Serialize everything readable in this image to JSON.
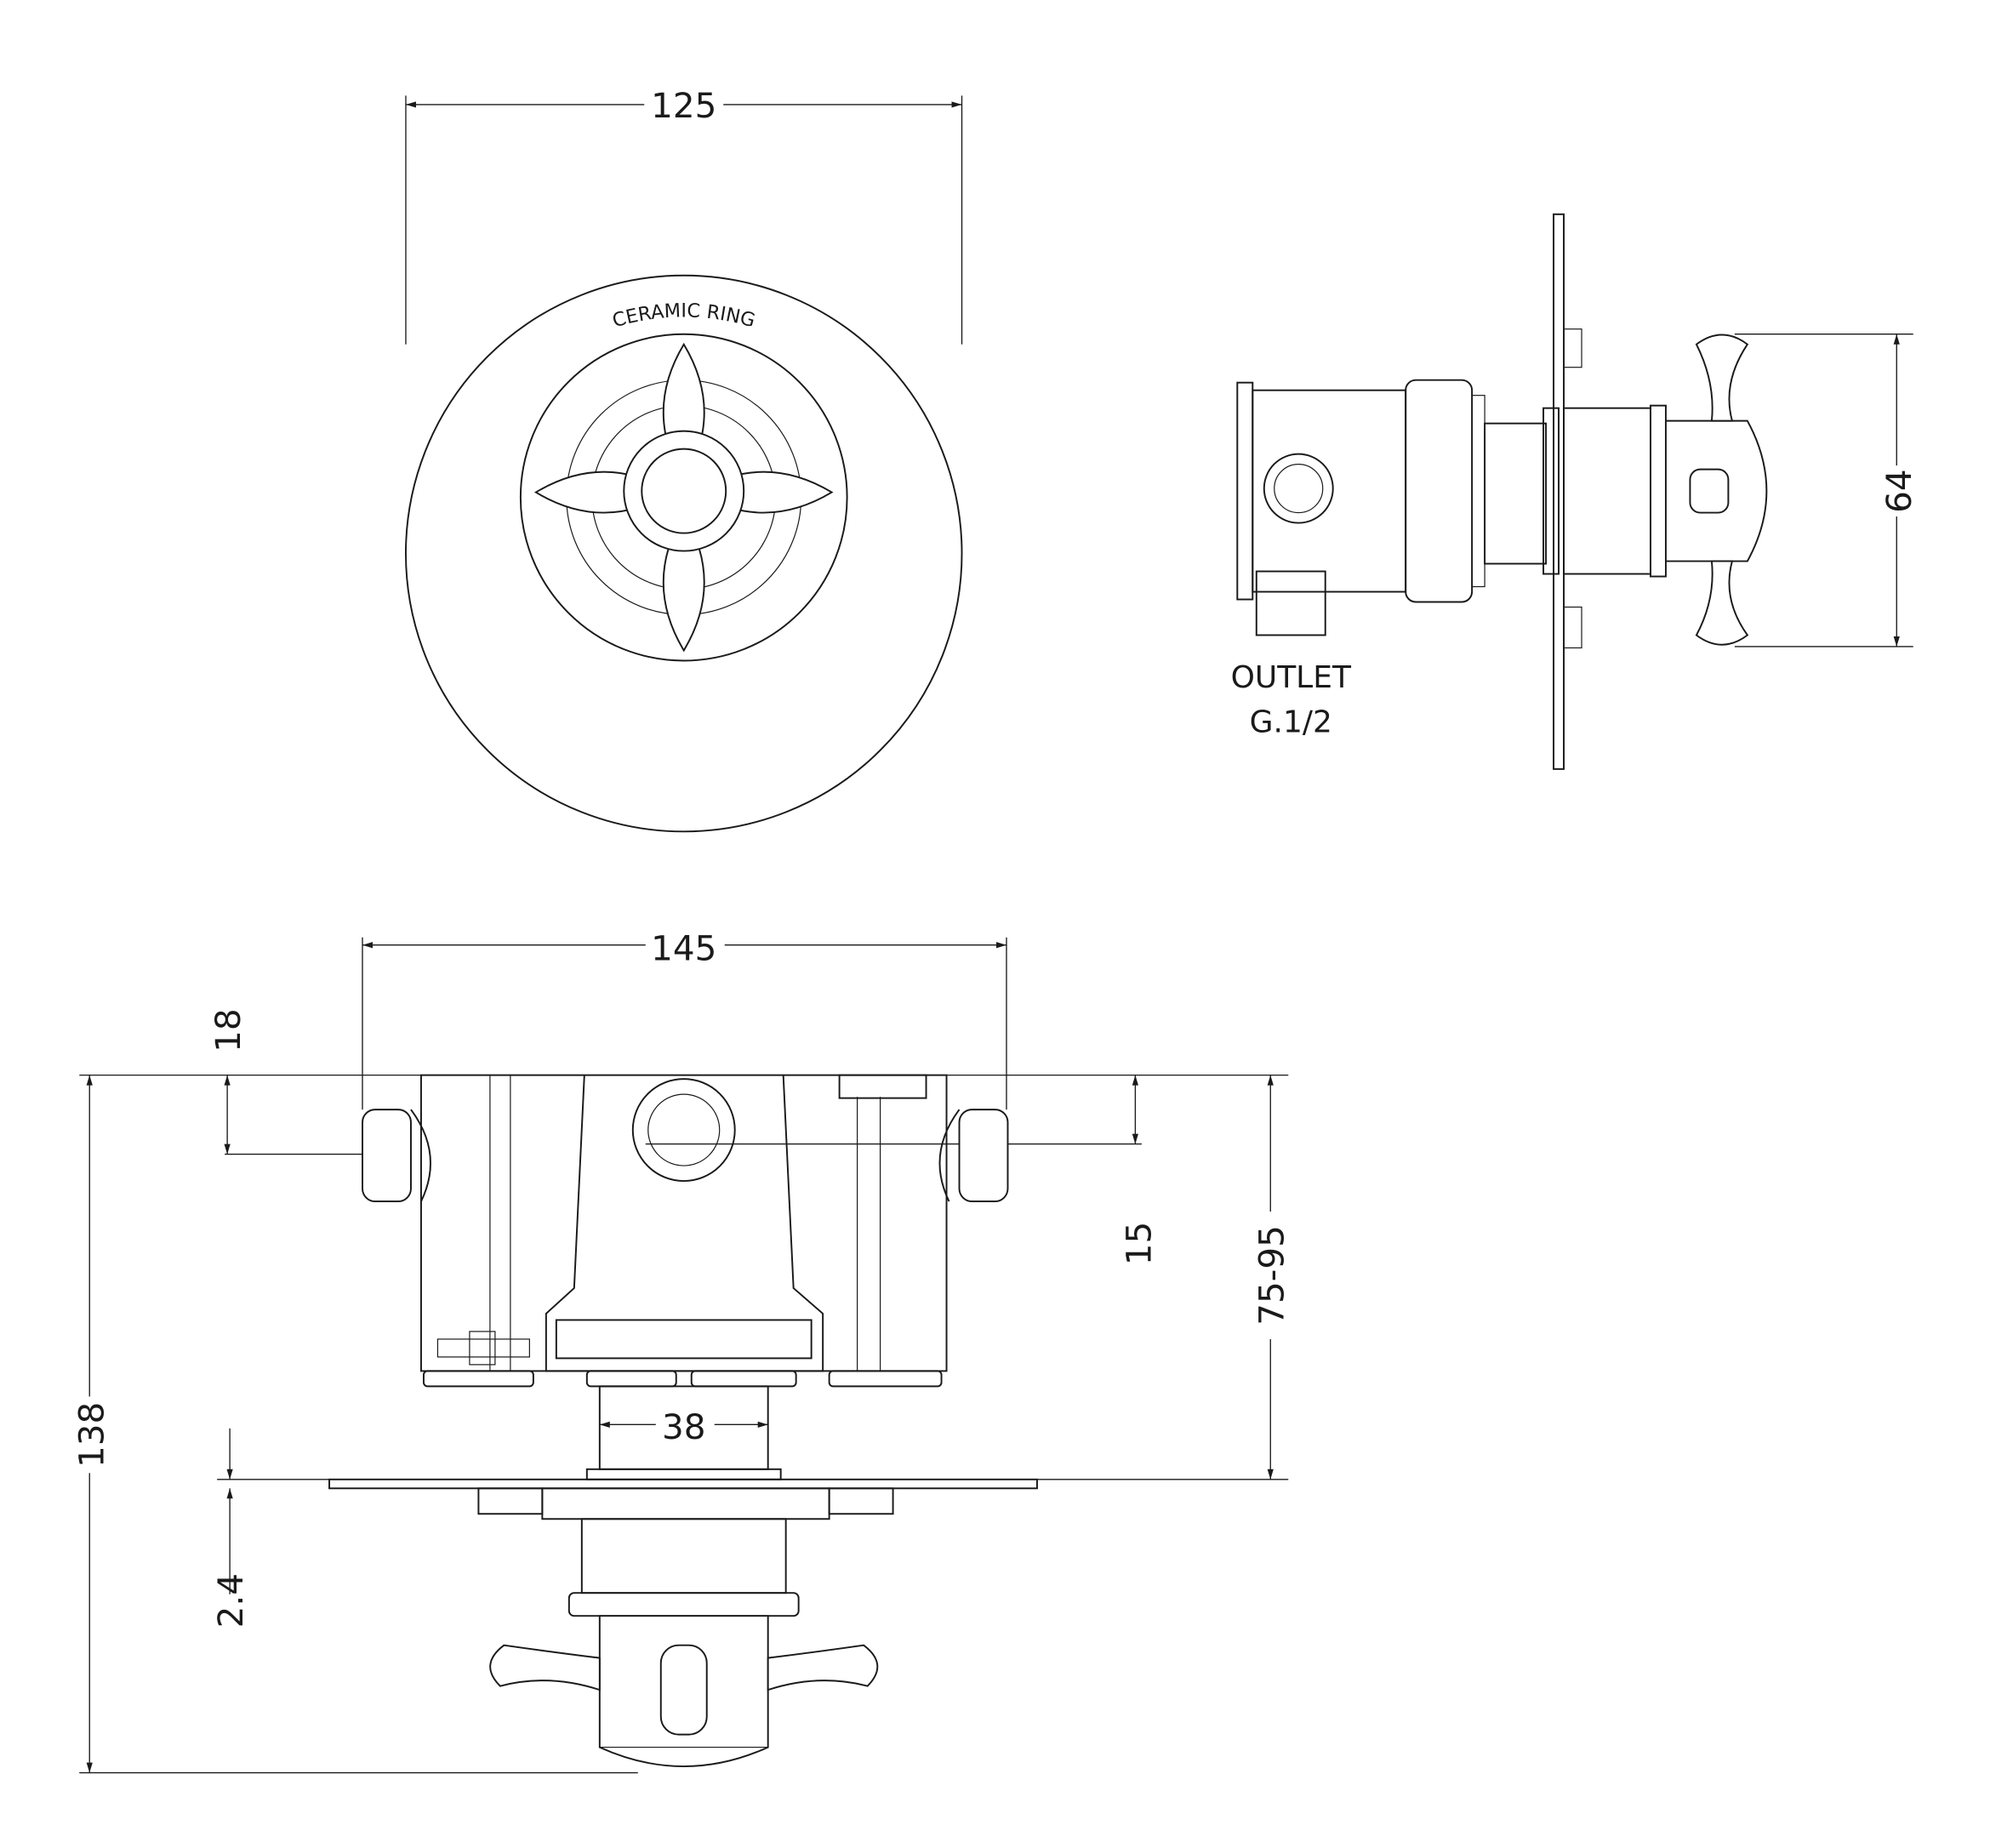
{
  "front_view": {
    "width_dim": "125",
    "ring_label": "CERAMIC RING"
  },
  "side_view": {
    "height_dim": "64",
    "outlet_label": "OUTLET",
    "outlet_thread": "G.1/2"
  },
  "plan_view": {
    "width_dim": "145",
    "top_offset_dim": "18",
    "port_offset_dim": "15",
    "depth_range_dim": "75-95",
    "overall_dim": "138",
    "spindle_dim": "38",
    "plate_dim": "2.4"
  },
  "colors": {
    "line": "#1a1a1a",
    "background": "#ffffff"
  }
}
